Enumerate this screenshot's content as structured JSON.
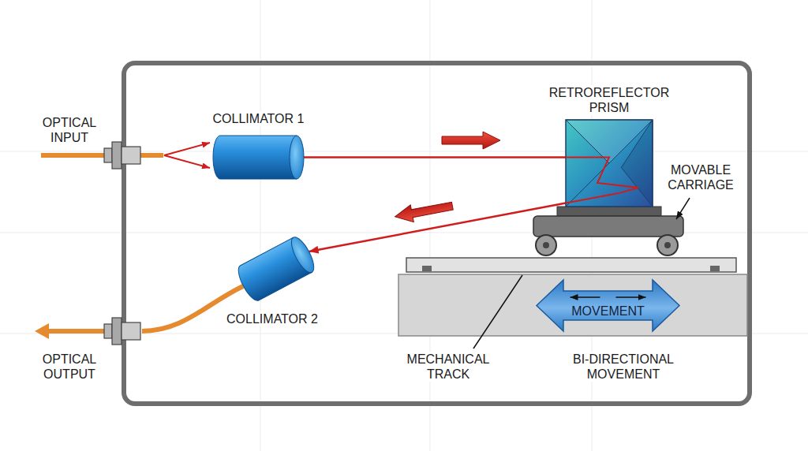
{
  "diagram": {
    "nodes": [
      {
        "text": [
          "COLLIMATOR 1"
        ]
      },
      {
        "text": [
          "RETROREFLECTOR PRISM"
        ]
      },
      {
        "text": [
          "COLLIMATOR 2"
        ]
      },
      {
        "text": [
          "MOVEMENT"
        ]
      }
    ],
    "edges": [
      {
        "from": 0,
        "to": 1,
        "arrow": "none"
      },
      {
        "from": 1,
        "to": 2,
        "arrow": "to"
      }
    ],
    "labels": [
      "OPTICAL INPUT",
      "MOVABLE CARRIAGE",
      "OPTICAL OUTPUT",
      "MECHANICAL TRACK",
      "BI-DIRECTIONAL MOVEMENT"
    ]
  }
}
